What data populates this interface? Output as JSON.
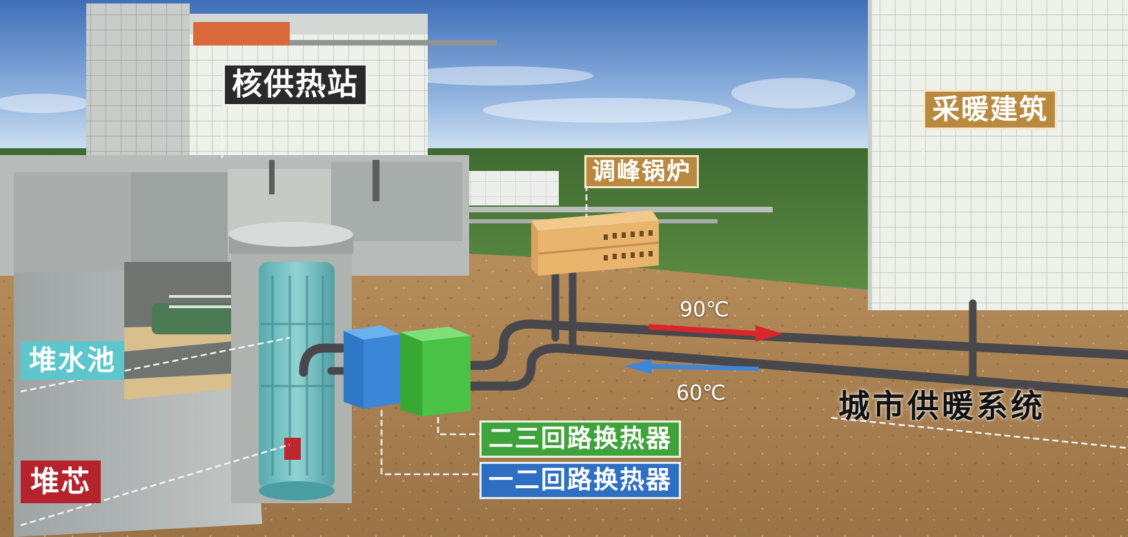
{
  "labels": {
    "nuclear_station": "核供热站",
    "heated_building": "采暖建筑",
    "peak_boiler": "调峰锅炉",
    "reactor_pool": "堆水池",
    "reactor_core": "堆芯",
    "hx_23": "二三回路换热器",
    "hx_12": "一二回路换热器",
    "city_heating": "城市供暖系统"
  },
  "temperatures": {
    "supply": "90℃",
    "return": "60℃"
  },
  "colors": {
    "sky": "#6b8fc8",
    "soil": "#a9814f",
    "grass": "#4f7a3a",
    "pipe": "#4a4a4e",
    "hx_blue": "#3b86d6",
    "hx_green": "#49c245",
    "supply_arrow": "#d8262b",
    "return_arrow": "#3f86d8",
    "boiler": "#e9b46c",
    "core": "#c0262d"
  }
}
